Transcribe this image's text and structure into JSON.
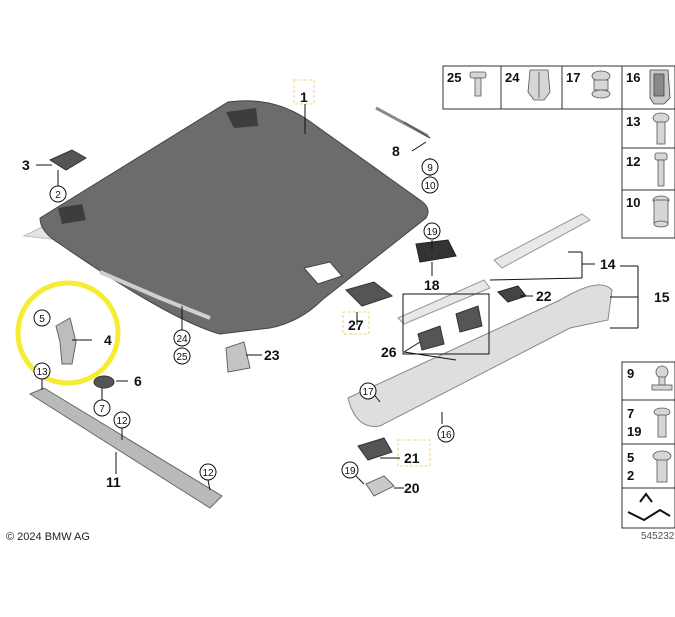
{
  "callouts": {
    "c1": "1",
    "c2": "2",
    "c3": "3",
    "c4": "4",
    "c5": "5",
    "c6": "6",
    "c7": "7",
    "c8": "8",
    "c9": "9",
    "c10": "10",
    "c11": "11",
    "c12a": "12",
    "c12b": "12",
    "c13": "13",
    "c14": "14",
    "c15": "15",
    "c16": "16",
    "c17": "17",
    "c18": "18",
    "c19a": "19",
    "c19b": "19",
    "c20": "20",
    "c21": "21",
    "c22": "22",
    "c23": "23",
    "c24": "24",
    "c25": "25",
    "c26": "26",
    "c27": "27"
  },
  "parts_table_top": [
    "25",
    "24",
    "17",
    "16"
  ],
  "parts_table_right": [
    "13",
    "12",
    "10"
  ],
  "parts_table_bottom": [
    "9",
    "7",
    "19",
    "5",
    "2"
  ],
  "copyright": "© 2024 BMW AG",
  "diagram_id": "545232",
  "colors": {
    "highlight_circle": "#f5ec33",
    "dashed_box": "#f2d47a",
    "panel_dark": "#6a6a6a"
  }
}
